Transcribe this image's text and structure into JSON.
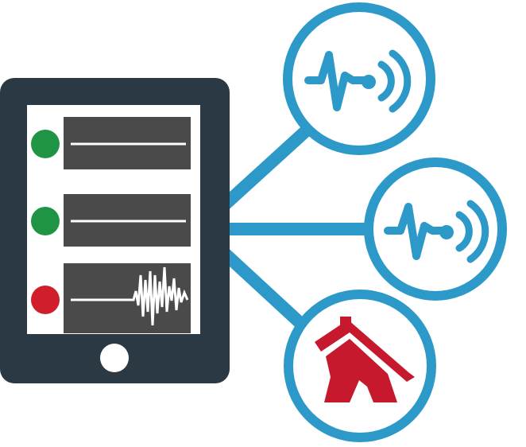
{
  "illustration": {
    "colors": {
      "tablet_body": "#2b3944",
      "screen": "#ffffff",
      "row_panel": "#4a4a4a",
      "signal_line": "#ffffff",
      "status_ok": "#1f9445",
      "status_alert": "#d01f2b",
      "connector_blue": "#2d99c9",
      "house_red": "#c7192d"
    },
    "tablet": {
      "rows": [
        {
          "status": "ok",
          "signal": "flat"
        },
        {
          "status": "ok",
          "signal": "flat"
        },
        {
          "status": "alert",
          "signal": "seismic"
        }
      ],
      "home_button": "circle-button-icon"
    },
    "nodes": [
      {
        "icon": "wireless-seismic-sensor-icon"
      },
      {
        "icon": "wireless-seismic-sensor-icon"
      },
      {
        "icon": "collapsed-house-icon"
      }
    ]
  }
}
